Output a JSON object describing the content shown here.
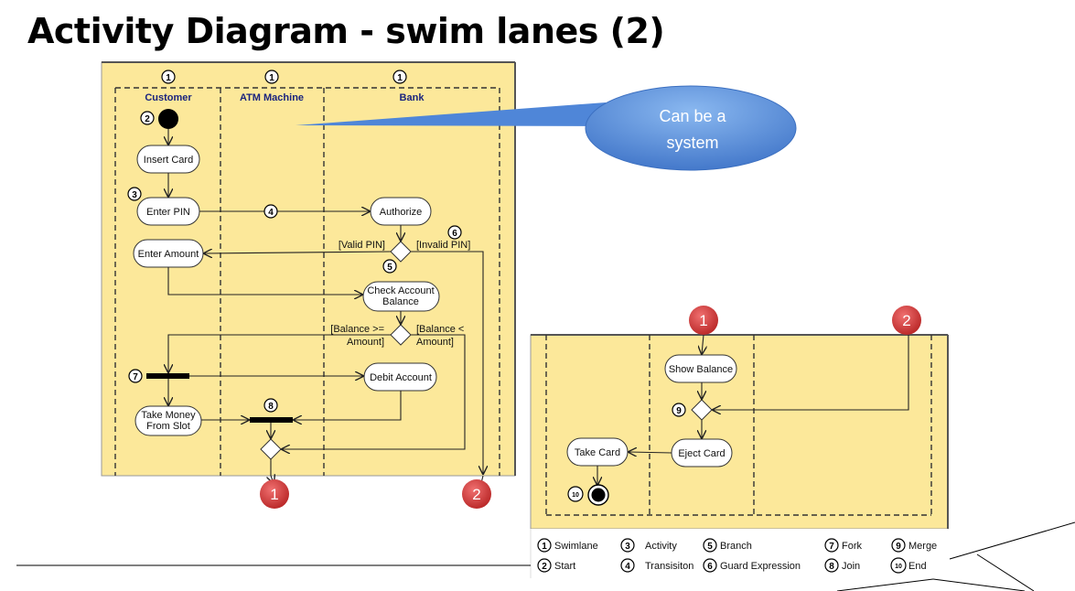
{
  "title": "Activity Diagram - swim lanes (2)",
  "colors": {
    "lane_fill": "#fce89a",
    "marker_red": "#cc3333",
    "callout_blue": "#4f86d8"
  },
  "lanes": {
    "customer": "Customer",
    "atm": "ATM Machine",
    "bank": "Bank"
  },
  "callout": {
    "line1": "Can be a",
    "line2": "system"
  },
  "activities": {
    "insert_card": "Insert Card",
    "enter_pin": "Enter PIN",
    "authorize": "Authorize",
    "enter_amount": "Enter Amount",
    "check_balance_1": "Check Account",
    "check_balance_2": "Balance",
    "debit_account": "Debit Account",
    "take_money_1": "Take Money",
    "take_money_2": "From Slot",
    "show_balance": "Show Balance",
    "eject_card": "Eject Card",
    "take_card": "Take Card"
  },
  "guards": {
    "valid_pin": "[Valid PIN]",
    "invalid_pin": "[Invalid PIN]",
    "balance_ge_1": "[Balance >=",
    "balance_ge_2": "Amount]",
    "balance_lt_1": "[Balance <",
    "balance_lt_2": "Amount]"
  },
  "markers": {
    "one": "1",
    "two": "2"
  },
  "numbers": {
    "n1": "1",
    "n2": "2",
    "n3": "3",
    "n4": "4",
    "n5": "5",
    "n6": "6",
    "n7": "7",
    "n8": "8",
    "n9": "9",
    "n10": "10"
  },
  "legend": [
    {
      "num": "1",
      "label": "Swimlane"
    },
    {
      "num": "3",
      "label": "Activity"
    },
    {
      "num": "5",
      "label": "Branch"
    },
    {
      "num": "7",
      "label": "Fork"
    },
    {
      "num": "9",
      "label": "Merge"
    },
    {
      "num": "2",
      "label": "Start"
    },
    {
      "num": "4",
      "label": "Transisiton"
    },
    {
      "num": "6",
      "label": "Guard Expression"
    },
    {
      "num": "8",
      "label": "Join"
    },
    {
      "num": "10",
      "label": "End"
    }
  ]
}
